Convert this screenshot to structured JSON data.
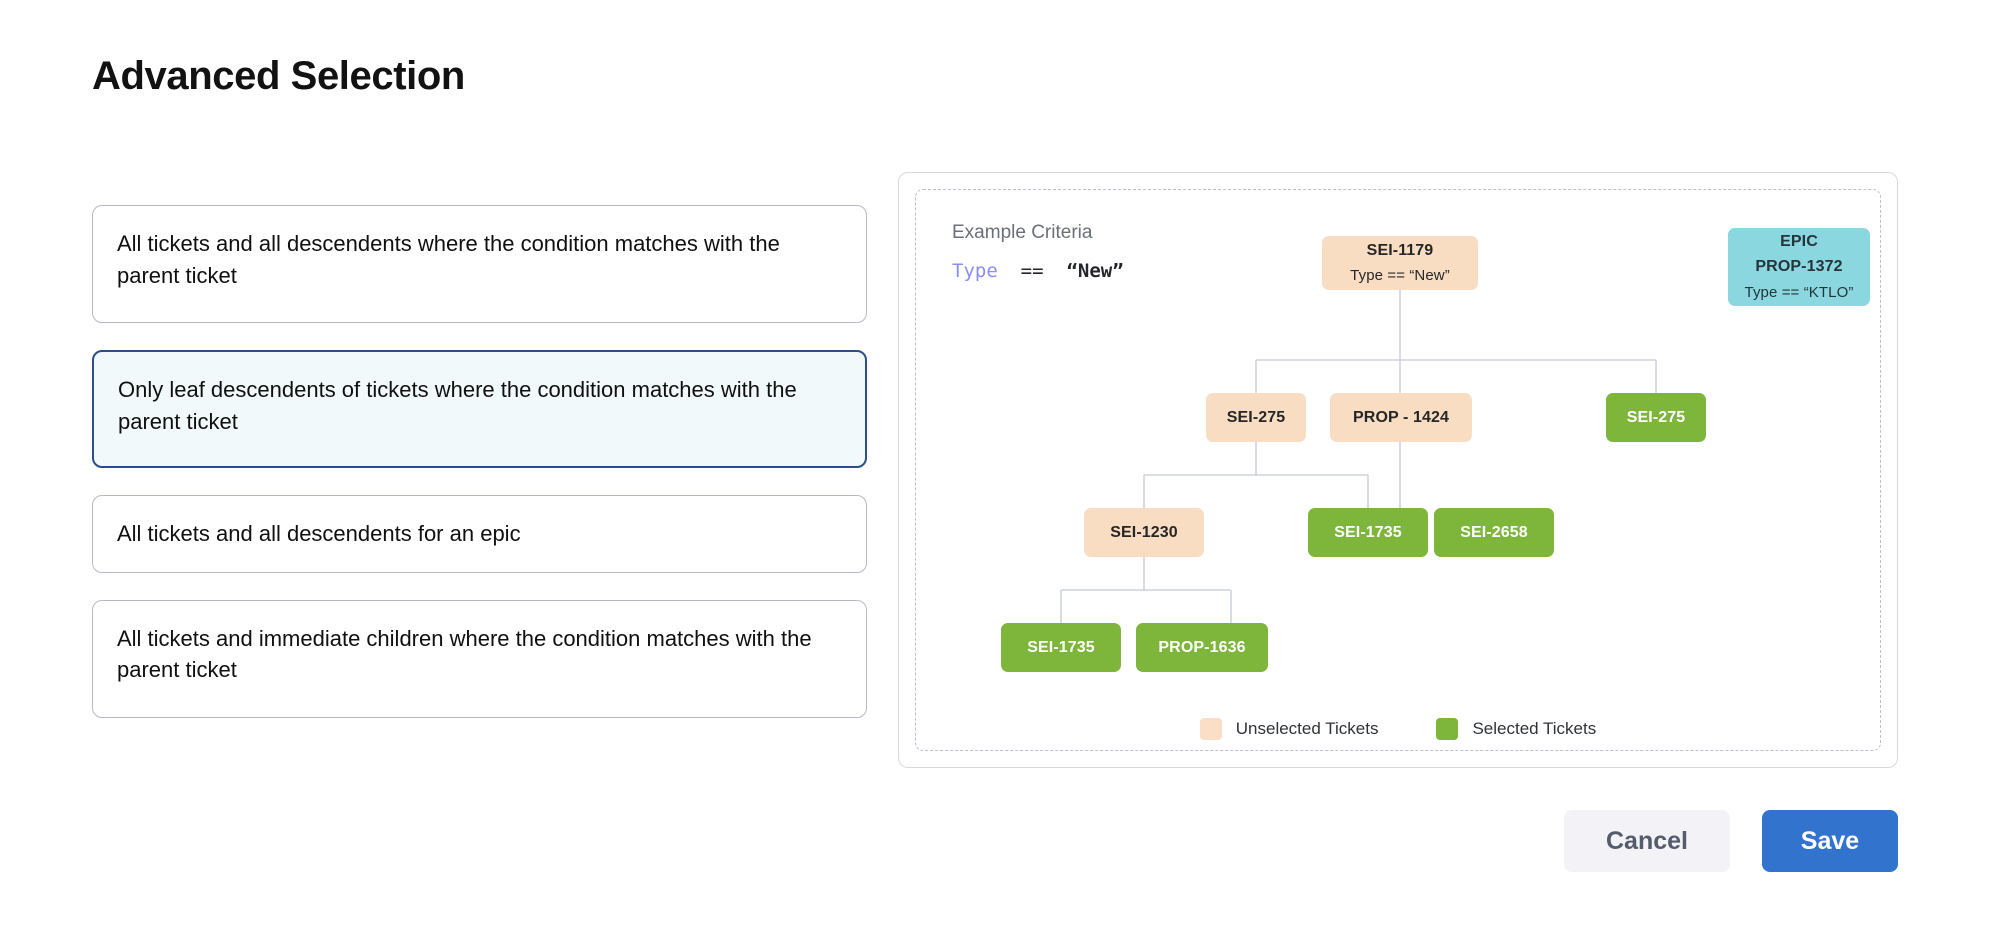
{
  "page": {
    "title": "Advanced Selection"
  },
  "options": [
    {
      "label": "All tickets and all descendents where the condition matches with the parent ticket",
      "selected": false,
      "lines": 2
    },
    {
      "label": "Only leaf descendents of tickets where the condition matches with the parent ticket",
      "selected": true,
      "lines": 2
    },
    {
      "label": "All tickets and all descendents for an epic",
      "selected": false,
      "lines": 1
    },
    {
      "label": "All tickets and immediate children where the condition matches with the parent ticket",
      "selected": false,
      "lines": 2
    }
  ],
  "diagram": {
    "criteria_label": "Example Criteria",
    "criteria_expression": {
      "field": "Type",
      "operator": "==",
      "value": "“New”"
    },
    "nodes": [
      {
        "id": "root",
        "title": "SEI-1179",
        "sub": "Type == “New”",
        "color": "peach"
      },
      {
        "id": "epic",
        "title": "EPIC",
        "sub": "PROP-1372",
        "sub3": "Type == “KTLO”",
        "color": "cyan"
      },
      {
        "id": "sei275a",
        "title": "SEI-275",
        "color": "peach"
      },
      {
        "id": "prop1424",
        "title": "PROP - 1424",
        "color": "peach"
      },
      {
        "id": "sei275b",
        "title": "SEI-275",
        "color": "green"
      },
      {
        "id": "sei1230",
        "title": "SEI-1230",
        "color": "peach"
      },
      {
        "id": "sei1735a",
        "title": "SEI-1735",
        "color": "green"
      },
      {
        "id": "sei2658",
        "title": "SEI-2658",
        "color": "green"
      },
      {
        "id": "sei1735b",
        "title": "SEI-1735",
        "color": "green"
      },
      {
        "id": "prop1636",
        "title": "PROP-1636",
        "color": "green"
      }
    ],
    "legend": [
      {
        "label": "Unselected Tickets",
        "color": "#fadfc6"
      },
      {
        "label": "Selected Tickets",
        "color": "#7db63a"
      }
    ]
  },
  "footer": {
    "cancel_label": "Cancel",
    "save_label": "Save"
  },
  "colors": {
    "accent": "#3273cd",
    "selected_border": "#2b4e8c",
    "selected_bg": "#f2f9fb",
    "unselected_ticket": "#f9ddc3",
    "selected_ticket": "#7db63a",
    "epic_ticket": "#8ad7e0"
  }
}
